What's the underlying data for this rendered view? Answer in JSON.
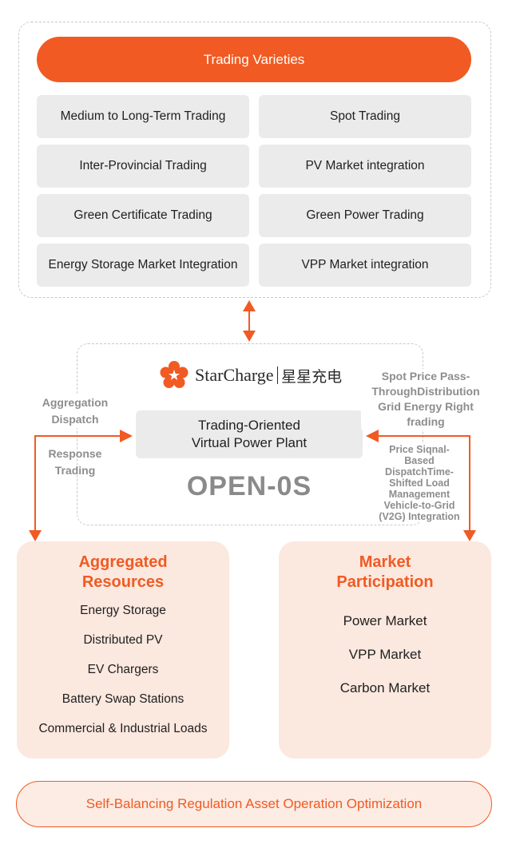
{
  "trading_varieties": {
    "title": "Trading Varieties",
    "items": [
      "Medium to Long-Term Trading",
      "Spot Trading",
      "Inter-Provincial Trading",
      "PV Market integration",
      "Green Certificate Trading",
      "Green Power Trading",
      "Energy Storage Market Integration",
      "VPP Market integration"
    ]
  },
  "platform": {
    "brand": "StarCharge",
    "brand_cn": "星星充电",
    "vpp_line1": "Trading-Oriented",
    "vpp_line2": "Virtual Power Plant",
    "os_name": "OPEN-0S"
  },
  "flows": {
    "left_top": "Aggregation Dispatch",
    "left_bottom": "Response Trading",
    "right_top": "Spot Price Pass-ThroughDistribution Grid Energy Right frading",
    "right_bottom": "Price Siqnal-Based DispatchTime-Shifted Load Management Vehicle-to-Grid (V2G) Integration"
  },
  "aggregated_resources": {
    "title": "Aggregated Resources",
    "items": [
      "Energy Storage",
      "Distributed PV",
      "EV Chargers",
      "Battery Swap Stations",
      "Commercial & Industrial Loads"
    ]
  },
  "market_participation": {
    "title": "Market Participation",
    "items": [
      "Power Market",
      "VPP Market",
      "Carbon Market"
    ]
  },
  "footer": {
    "label": "Self-Balancing Regulation Asset Operation Optimization"
  },
  "colors": {
    "accent": "#f15a22",
    "card_bg": "#fbe8df",
    "cell_bg": "#ebebeb",
    "label_gray": "#8d8d8d"
  }
}
